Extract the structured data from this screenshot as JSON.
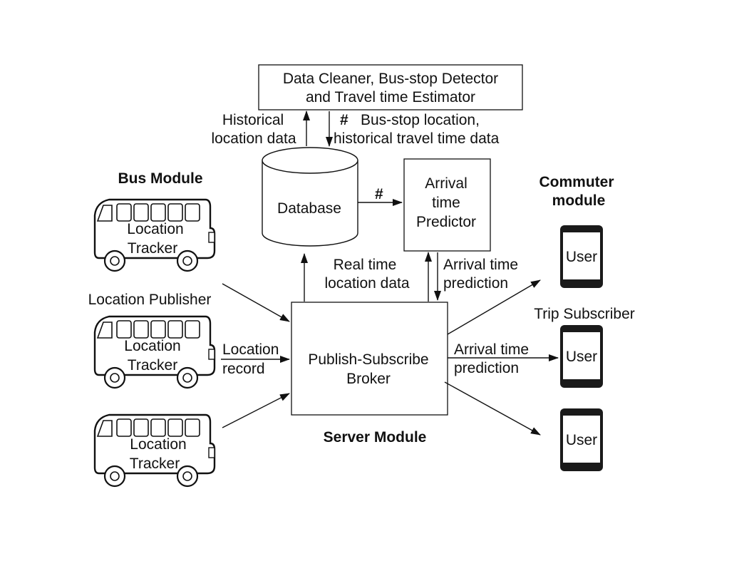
{
  "cleaner": {
    "line1": "Data Cleaner, Bus-stop Detector",
    "line2": "and Travel time Estimator"
  },
  "database": {
    "label": "Database"
  },
  "predictor": {
    "line1": "Arrival",
    "line2": "time",
    "line3": "Predictor"
  },
  "broker": {
    "line1": "Publish-Subscribe",
    "line2": "Broker"
  },
  "labels": {
    "historical_loc_1": "Historical",
    "historical_loc_2": "location data",
    "hash": "#",
    "busstop_1": "Bus-stop location,",
    "busstop_2": "historical travel time data",
    "realtime_1": "Real time",
    "realtime_2": "location data",
    "arrival_pred_1": "Arrival time",
    "arrival_pred_2": "prediction",
    "location_record_1": "Location",
    "location_record_2": "record",
    "location_publisher": "Location Publisher",
    "trip_subscriber": "Trip Subscriber"
  },
  "modules": {
    "bus": "Bus Module",
    "server": "Server Module",
    "commuter_1": "Commuter",
    "commuter_2": "module"
  },
  "buses": [
    {
      "line1": "Location",
      "line2": "Tracker"
    },
    {
      "line1": "Location",
      "line2": "Tracker"
    },
    {
      "line1": "Location",
      "line2": "Tracker"
    }
  ],
  "users": [
    "User",
    "User",
    "User"
  ]
}
